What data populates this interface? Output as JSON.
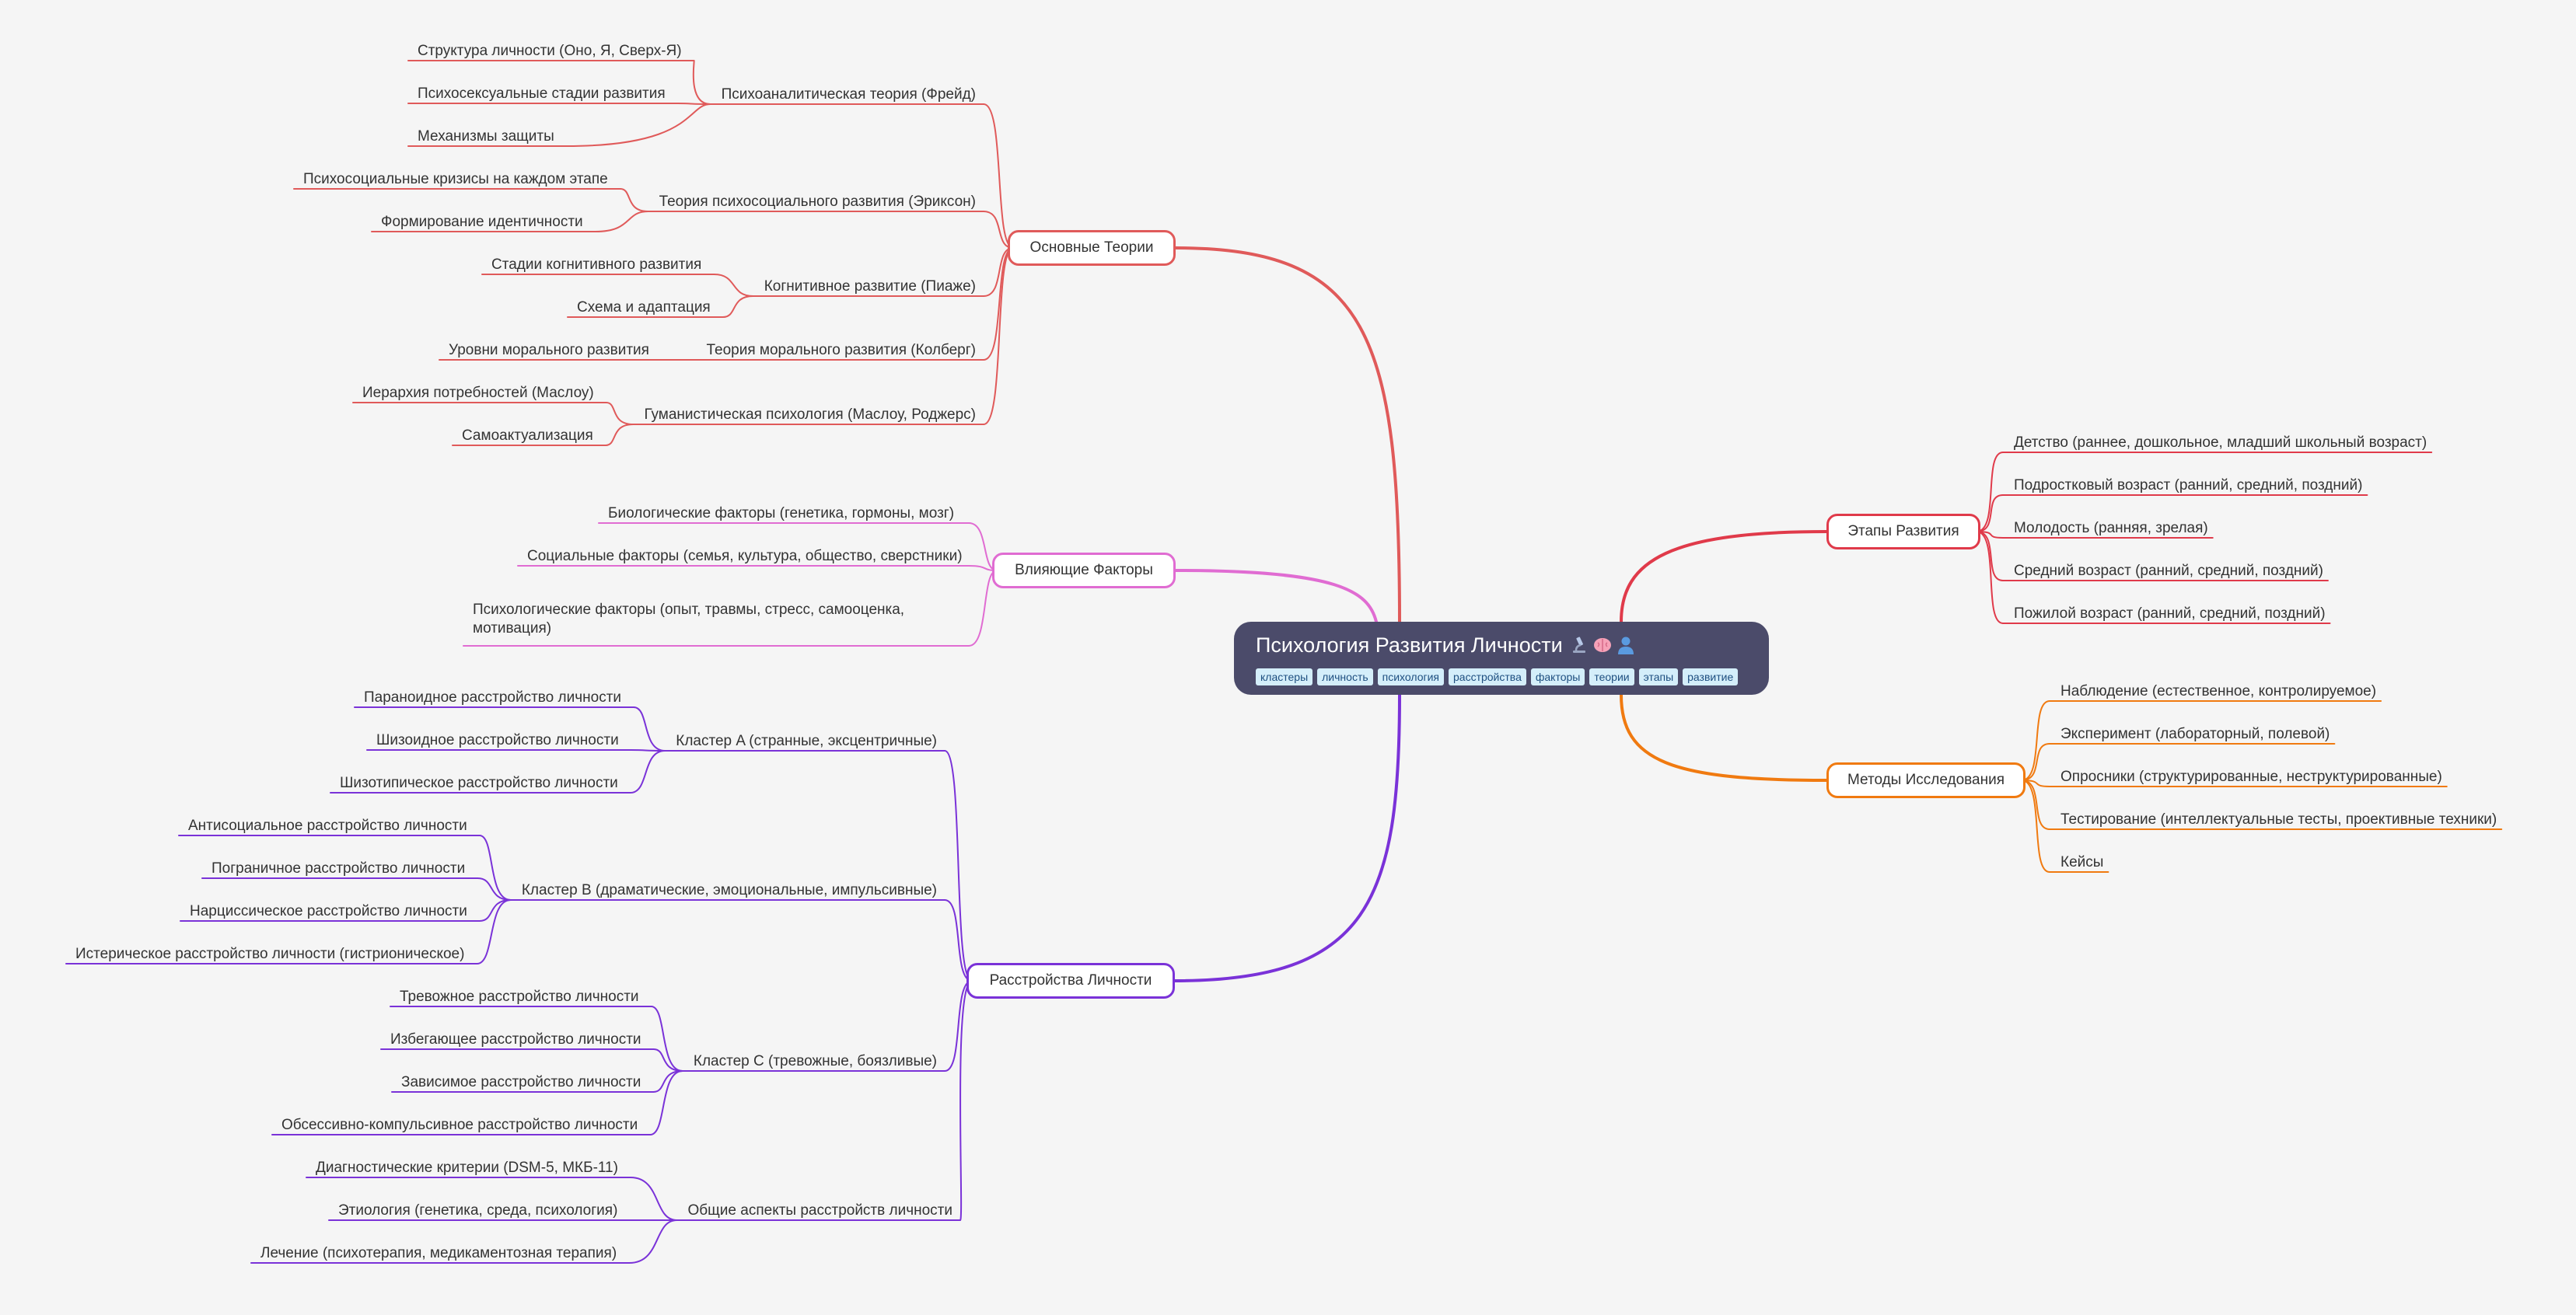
{
  "root": {
    "title": "Психология Развития Личности",
    "icons": [
      "microscope-icon",
      "brain-icon",
      "person-icon"
    ],
    "tags": [
      "кластеры",
      "личность",
      "психология",
      "расстройства",
      "факторы",
      "теории",
      "этапы",
      "развитие"
    ]
  },
  "branches": [
    {
      "key": "theories",
      "label": "Основные Теории",
      "color": "#e05a5a",
      "side": "left",
      "children": [
        {
          "label": "Психоаналитическая теория (Фрейд)",
          "children": [
            {
              "label": "Структура личности (Оно, Я, Сверх-Я)"
            },
            {
              "label": "Психосексуальные стадии развития"
            },
            {
              "label": "Механизмы защиты"
            }
          ]
        },
        {
          "label": "Теория психосоциального развития (Эриксон)",
          "children": [
            {
              "label": "Психосоциальные кризисы на каждом этапе"
            },
            {
              "label": "Формирование идентичности"
            }
          ]
        },
        {
          "label": "Когнитивное развитие (Пиаже)",
          "children": [
            {
              "label": "Стадии когнитивного развития"
            },
            {
              "label": "Схема и адаптация"
            }
          ]
        },
        {
          "label": "Теория морального развития (Колберг)",
          "children": [
            {
              "label": "Уровни морального развития"
            }
          ]
        },
        {
          "label": "Гуманистическая психология (Маслоу, Роджерс)",
          "children": [
            {
              "label": "Иерархия потребностей (Маслоу)"
            },
            {
              "label": "Самоактуализация"
            }
          ]
        }
      ]
    },
    {
      "key": "factors",
      "label": "Влияющие Факторы",
      "color": "#e06cd2",
      "side": "left",
      "children": [
        {
          "label": "Биологические факторы (генетика, гормоны, мозг)"
        },
        {
          "label": "Социальные факторы (семья, культура, общество, сверстники)"
        },
        {
          "label": "Психологические факторы (опыт, травмы, стресс, самооценка, мотивация)"
        }
      ]
    },
    {
      "key": "disorders",
      "label": "Расстройства Личности",
      "color": "#7a32d8",
      "side": "left",
      "children": [
        {
          "label": "Кластер A (странные, эксцентричные)",
          "children": [
            {
              "label": "Параноидное расстройство личности"
            },
            {
              "label": "Шизоидное расстройство личности"
            },
            {
              "label": "Шизотипическое расстройство личности"
            }
          ]
        },
        {
          "label": "Кластер B (драматические, эмоциональные, импульсивные)",
          "children": [
            {
              "label": "Антисоциальное расстройство личности"
            },
            {
              "label": "Пограничное расстройство личности"
            },
            {
              "label": "Нарциссическое расстройство личности"
            },
            {
              "label": "Истерическое расстройство личности (гистрионическое)"
            }
          ]
        },
        {
          "label": "Кластер C (тревожные, боязливые)",
          "children": [
            {
              "label": "Тревожное расстройство личности"
            },
            {
              "label": "Избегающее расстройство личности"
            },
            {
              "label": "Зависимое расстройство личности"
            },
            {
              "label": "Обсессивно-компульсивное расстройство личности"
            }
          ]
        },
        {
          "label": "Общие аспекты расстройств личности",
          "children": [
            {
              "label": "Диагностические критерии (DSM-5, МКБ-11)"
            },
            {
              "label": "Этиология (генетика, среда, психология)"
            },
            {
              "label": "Лечение (психотерапия, медикаментозная терапия)"
            }
          ]
        }
      ]
    },
    {
      "key": "stages",
      "label": "Этапы Развития",
      "color": "#e03a4a",
      "side": "right",
      "children": [
        {
          "label": "Детство (раннее, дошкольное, младший школьный возраст)"
        },
        {
          "label": "Подростковый возраст (ранний, средний, поздний)"
        },
        {
          "label": "Молодость (ранняя, зрелая)"
        },
        {
          "label": "Средний возраст (ранний, средний, поздний)"
        },
        {
          "label": "Пожилой возраст (ранний, средний, поздний)"
        }
      ]
    },
    {
      "key": "methods",
      "label": "Методы Исследования",
      "color": "#f07a10",
      "side": "right",
      "children": [
        {
          "label": "Наблюдение (естественное, контролируемое)"
        },
        {
          "label": "Эксперимент (лабораторный, полевой)"
        },
        {
          "label": "Опросники (структурированные, неструктурированные)"
        },
        {
          "label": "Тестирование (интеллектуальные тесты, проективные техники)"
        },
        {
          "label": "Кейсы"
        }
      ]
    }
  ]
}
